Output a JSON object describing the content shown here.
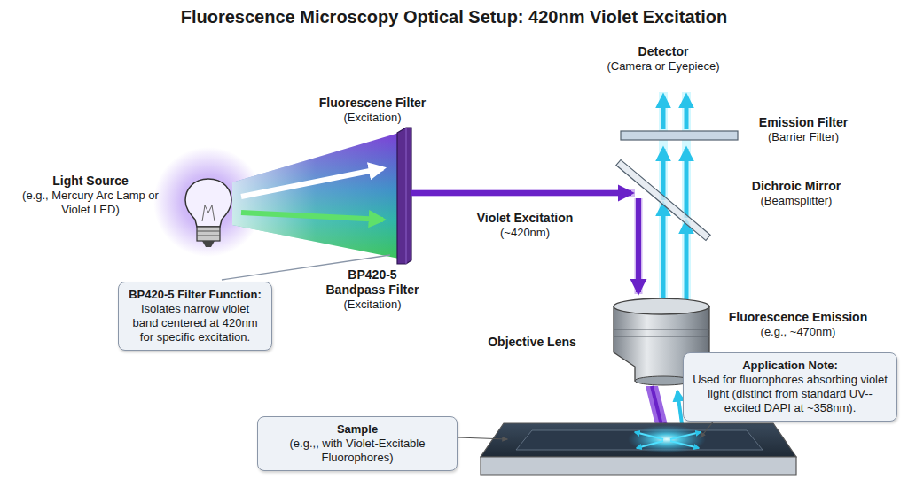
{
  "diagram": {
    "title": "Fluorescence Microscopy Optical Setup: 420nm Violet Excitation",
    "nodes": [
      {
        "text": [
          "BP420-5 Filter Function:",
          "Isolates narrow violet band centered at 420nm for specific excitation."
        ]
      },
      {
        "text": [
          "Sample",
          "(e.g.,, with Violet-Excitable Fluorophores)"
        ]
      },
      {
        "text": [
          "Application Note:",
          "Used for fluorophores absorbing violet light (distinct from standard UV--excited DAPI at ~358nm)."
        ]
      }
    ],
    "labels": [
      "Light Source",
      "(e.g., Mercury Arc Lamp or Violet LED)",
      "Fluorescene Filter",
      "(Excitation)",
      "BP420-5 Bandpass Filter",
      "(Excitation)",
      "Violet Excitation",
      "(~420nm)",
      "Detector",
      "(Camera or Eyepiece)",
      "Emission Filter",
      "(Barrier Filter)",
      "Dichroic Mirror",
      "(Beamsplitter)",
      "Objective Lens",
      "Fluorescence Emission",
      "(e.g., ~470nm)"
    ]
  }
}
